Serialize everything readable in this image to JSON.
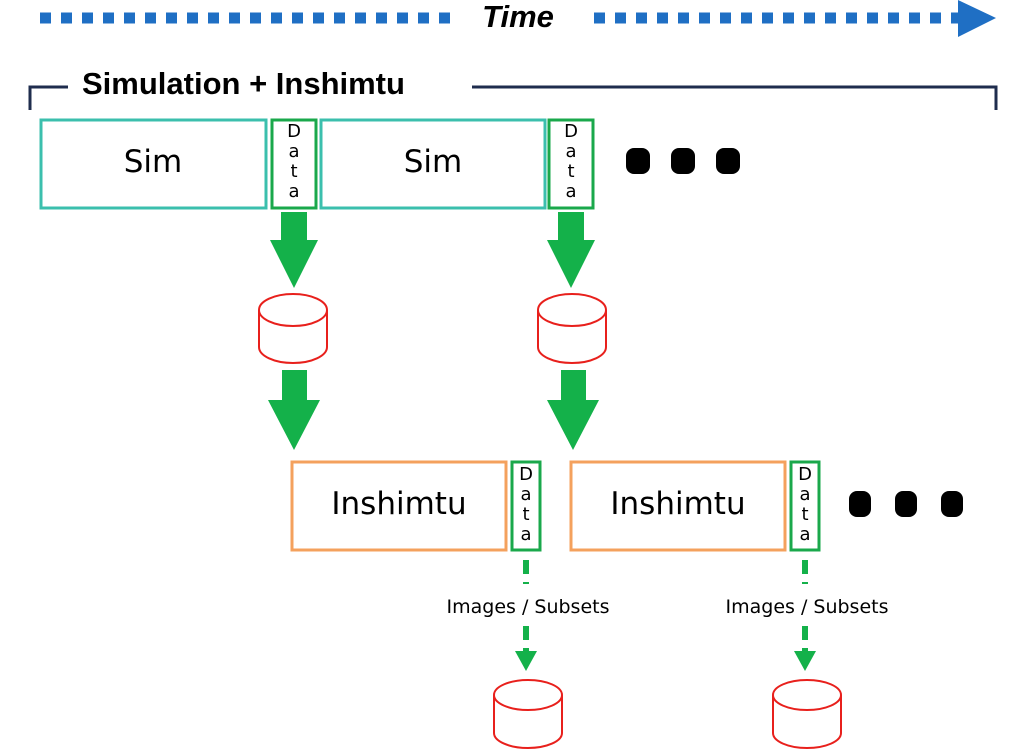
{
  "colors": {
    "time_arrow": "#1f6fc4",
    "bracket": "#1f2d4e",
    "sim_border": "#3bbfad",
    "inshimtu_border": "#f4a15d",
    "data_border": "#1aa84b",
    "arrow_green": "#14b14a",
    "storage_red": "#e8201c",
    "ellipsis": "#000000"
  },
  "icons": {
    "storage": "database-cylinder-icon",
    "flow_arrow": "down-arrow-icon",
    "continuation": "ellipsis-dots-icon"
  },
  "timeline": {
    "label": "Time"
  },
  "bracket": {
    "label": "Simulation + Inshimtu"
  },
  "row_sim": {
    "steps": [
      {
        "label": "Sim",
        "data_letters": [
          "D",
          "a",
          "t",
          "a"
        ]
      },
      {
        "label": "Sim",
        "data_letters": [
          "D",
          "a",
          "t",
          "a"
        ]
      }
    ]
  },
  "row_inshimtu": {
    "steps": [
      {
        "label": "Inshimtu",
        "data_letters": [
          "D",
          "a",
          "t",
          "a"
        ],
        "output_label": "Images / Subsets"
      },
      {
        "label": "Inshimtu",
        "data_letters": [
          "D",
          "a",
          "t",
          "a"
        ],
        "output_label": "Images / Subsets"
      }
    ]
  }
}
